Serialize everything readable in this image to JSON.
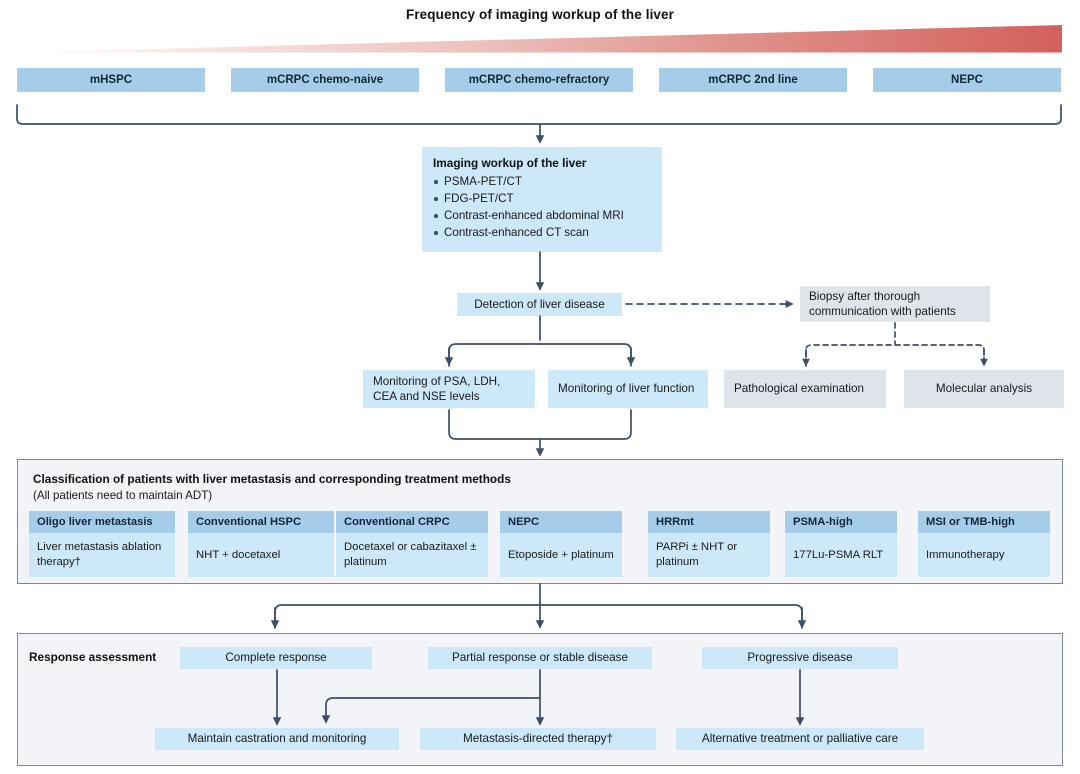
{
  "figure": {
    "title": "Frequency of imaging workup of the liver",
    "gradient_from": "#ffffff",
    "gradient_to": "#d4605b",
    "accent_blue": "#a5cce9",
    "light_blue": "#cde8f8",
    "gray": "#dfe3ea",
    "line_color": "#3d4e68"
  },
  "disease_states": [
    {
      "label": "mHSPC"
    },
    {
      "label": "mCRPC chemo-naive"
    },
    {
      "label": "mCRPC chemo-refractory"
    },
    {
      "label": "mCRPC 2nd line"
    },
    {
      "label": "NEPC"
    }
  ],
  "workup": {
    "title": "Imaging workup of the liver",
    "items": [
      "PSMA-PET/CT",
      "FDG-PET/CT",
      "Contrast-enhanced abdominal MRI",
      "Contrast-enhanced CT scan"
    ]
  },
  "detection": {
    "label": "Detection of liver disease"
  },
  "biopsy": {
    "label": "Biopsy after thorough communication with patients"
  },
  "monitoring": [
    {
      "label": "Monitoring of PSA, LDH, CEA and NSE levels"
    },
    {
      "label": "Monitoring of liver function"
    }
  ],
  "biopsy_outputs": [
    {
      "label": "Pathological examination"
    },
    {
      "label": "Molecular analysis"
    }
  ],
  "classification": {
    "title": "Classification of patients with liver metastasis  and corresponding treatment methods",
    "subtitle": "(All patients need to maintain ADT)",
    "columns": [
      {
        "header": "Oligo liver metastasis",
        "treatment": "Liver metastasis ablation therapy†"
      },
      {
        "header": "Conventional HSPC",
        "treatment": "NHT + docetaxel"
      },
      {
        "header": "Conventional CRPC",
        "treatment": "Docetaxel or cabazitaxel ± platinum"
      },
      {
        "header": "NEPC",
        "treatment": "Etoposide + platinum"
      },
      {
        "header": "HRRmt",
        "treatment": "PARPi ± NHT or platinum"
      },
      {
        "header": "PSMA-high",
        "treatment": "177Lu-PSMA RLT"
      },
      {
        "header": "MSI or TMB-high",
        "treatment": "Immunotherapy"
      }
    ]
  },
  "response": {
    "title": "Response assessment",
    "outcomes": [
      {
        "label": "Complete response"
      },
      {
        "label": "Partial response or stable disease"
      },
      {
        "label": "Progressive disease"
      }
    ],
    "actions": [
      {
        "label": "Maintain castration and monitoring"
      },
      {
        "label": "Metastasis-directed therapy†"
      },
      {
        "label": "Alternative treatment or palliative care"
      }
    ]
  }
}
